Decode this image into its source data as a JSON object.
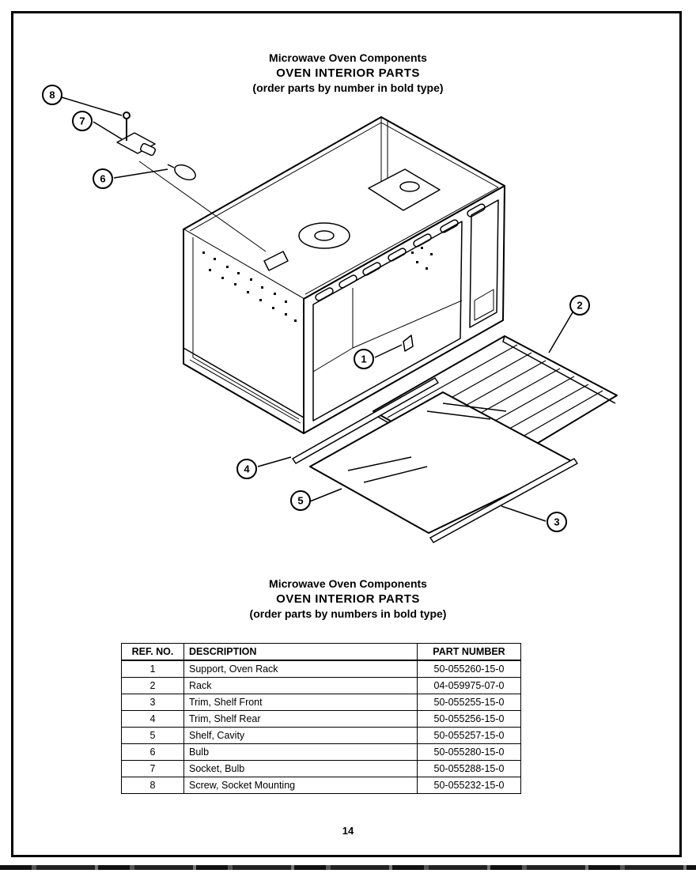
{
  "top_title": {
    "line1": "Microwave Oven Components",
    "line2": "OVEN INTERIOR PARTS",
    "line3": "(order parts by number in bold type)"
  },
  "diagram": {
    "callouts": [
      "8",
      "7",
      "6",
      "2",
      "1",
      "4",
      "5",
      "3"
    ]
  },
  "table_title": {
    "line1": "Microwave Oven Components",
    "line2": "OVEN INTERIOR PARTS",
    "line3": "(order parts by numbers in bold type)"
  },
  "table": {
    "headers": [
      "REF. NO.",
      "DESCRIPTION",
      "PART NUMBER"
    ],
    "rows": [
      {
        "ref": "1",
        "description": "Support, Oven Rack",
        "part_number": "50-055260-15-0"
      },
      {
        "ref": "2",
        "description": "Rack",
        "part_number": "04-059975-07-0"
      },
      {
        "ref": "3",
        "description": "Trim, Shelf Front",
        "part_number": "50-055255-15-0"
      },
      {
        "ref": "4",
        "description": "Trim, Shelf Rear",
        "part_number": "50-055256-15-0"
      },
      {
        "ref": "5",
        "description": "Shelf, Cavity",
        "part_number": "50-055257-15-0"
      },
      {
        "ref": "6",
        "description": "Bulb",
        "part_number": "50-055280-15-0"
      },
      {
        "ref": "7",
        "description": "Socket, Bulb",
        "part_number": "50-055288-15-0"
      },
      {
        "ref": "8",
        "description": "Screw, Socket Mounting",
        "part_number": "50-055232-15-0"
      }
    ]
  },
  "page_number": "14"
}
